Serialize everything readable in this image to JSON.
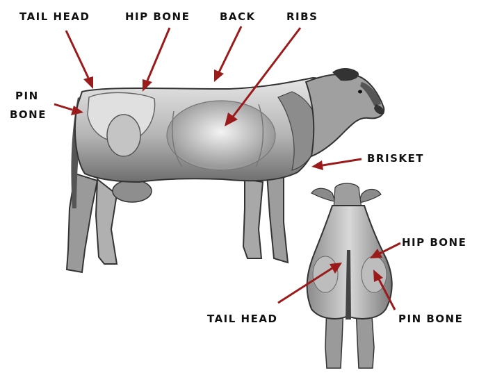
{
  "labels": {
    "tail_head_side": "TAIL HEAD",
    "hip_bone_side": "HIP BONE",
    "back": "BACK",
    "ribs": "RIBS",
    "pin_bone_side_line1": "PIN",
    "pin_bone_side_line2": "BONE",
    "brisket": "BRISKET",
    "hip_bone_rear": "HIP BONE",
    "tail_head_rear": "TAIL HEAD",
    "pin_bone_rear": "PIN BONE"
  },
  "colors": {
    "arrow": "#9b1b1b",
    "illustration_light": "#d9d9d9",
    "illustration_mid": "#a6a6a6",
    "illustration_dark": "#3a3a3a",
    "text": "#111111"
  },
  "illustrations": {
    "side_view": "cow-side-view-illustration",
    "rear_view": "cow-rear-view-illustration"
  }
}
